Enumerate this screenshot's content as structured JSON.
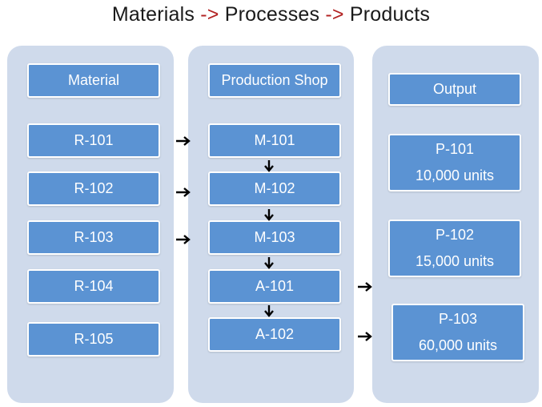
{
  "title": {
    "part1": "Materials",
    "arrow1": "->",
    "part2": "Processes",
    "arrow2": "->",
    "part3": "Products"
  },
  "columns": {
    "materials": {
      "header": "Material",
      "items": [
        "R-101",
        "R-102",
        "R-103",
        "R-104",
        "R-105"
      ]
    },
    "production": {
      "header": "Production Shop",
      "items": [
        "M-101",
        "M-102",
        "M-103",
        "A-101",
        "A-102"
      ]
    },
    "output": {
      "header": "Output",
      "items": [
        {
          "name": "P-101",
          "qty": "10,000 units"
        },
        {
          "name": "P-102",
          "qty": "15,000 units"
        },
        {
          "name": "P-103",
          "qty": "60,000 units"
        }
      ]
    }
  },
  "colors": {
    "panel": "#cfdaeb",
    "box": "#5b93d3",
    "title_arrow": "#b22222"
  }
}
